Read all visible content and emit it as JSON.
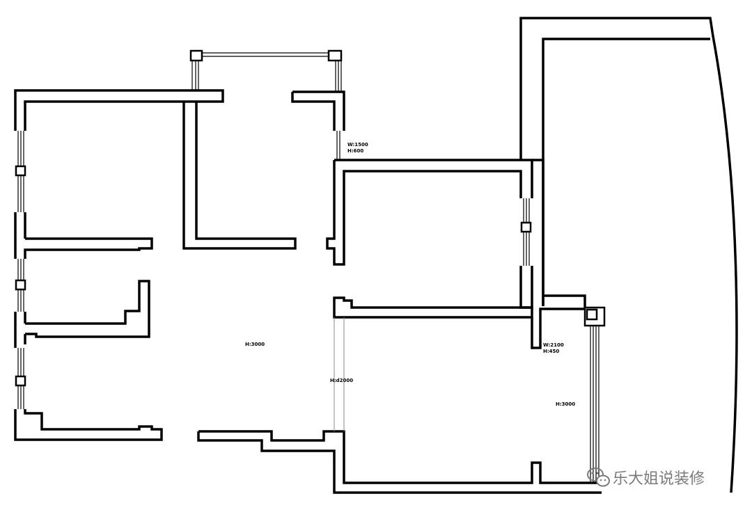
{
  "annotations": {
    "window_top": [
      "W:1500",
      "H:600"
    ],
    "window_right": [
      "W:2100",
      "H:450"
    ],
    "room_large": "H:3000",
    "door_mid": "H:d2000",
    "room_right": "H:3000"
  },
  "watermark": {
    "icon": "wechat-icon",
    "text": "乐大姐说装修"
  },
  "colors": {
    "wall": "#000000",
    "background": "#ffffff",
    "watermark": "#7a7a7a"
  }
}
